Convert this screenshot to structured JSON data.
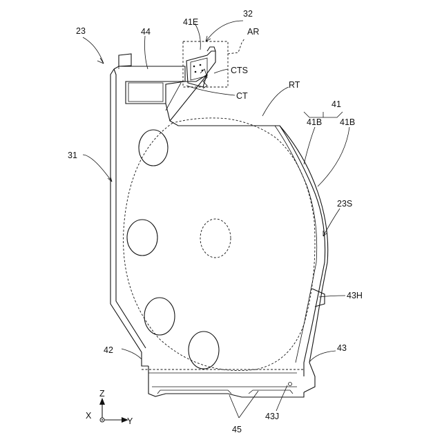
{
  "labels": {
    "l23": "23",
    "l32": "32",
    "l41E": "41E",
    "l44": "44",
    "lAR": "AR",
    "lCTS": "CTS",
    "lCT": "CT",
    "lRT": "RT",
    "l41": "41",
    "l41B_a": "41B",
    "l41B_b": "41B",
    "l31": "31",
    "l23S": "23S",
    "l43H": "43H",
    "l42": "42",
    "l43": "43",
    "l45": "45",
    "l43J": "43J"
  },
  "axes": {
    "z": "Z",
    "x": "X",
    "y": "Y"
  }
}
